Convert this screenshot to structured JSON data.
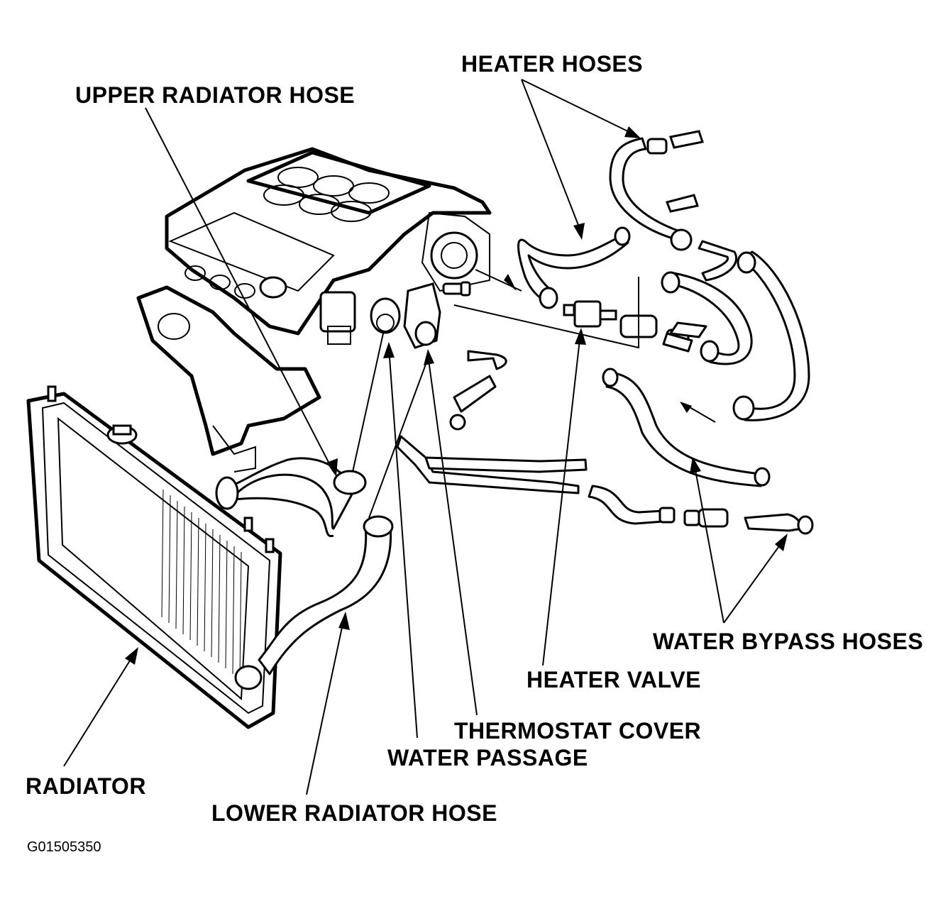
{
  "labels": {
    "heater_hoses": "HEATER HOSES",
    "upper_radiator_hose": "UPPER RADIATOR HOSE",
    "water_bypass_hoses": "WATER BYPASS HOSES",
    "heater_valve": "HEATER VALVE",
    "thermostat_cover": "THERMOSTAT COVER",
    "water_passage": "WATER PASSAGE",
    "radiator": "RADIATOR",
    "lower_radiator_hose": "LOWER RADIATOR HOSE"
  },
  "figure_id": "G01505350"
}
